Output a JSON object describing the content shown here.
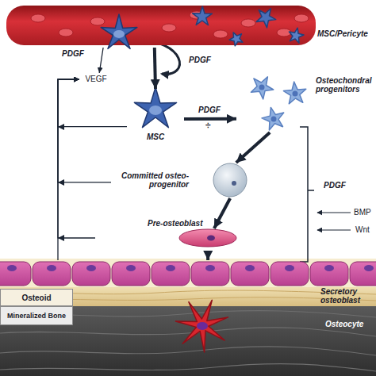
{
  "diagram": {
    "nodes": [
      {
        "text": [
          "MSC/Pericyte"
        ]
      },
      {
        "text": [
          "VEGF"
        ]
      },
      {
        "text": [
          "MSC"
        ]
      },
      {
        "text": [
          "Osteochondral progenitors"
        ]
      },
      {
        "text": [
          "Committed osteo-progenitor"
        ]
      },
      {
        "text": [
          "Pre-osteoblast"
        ]
      },
      {
        "text": [
          "Secretory osteoblast"
        ]
      },
      {
        "text": [
          "Osteoid"
        ]
      },
      {
        "text": [
          "Mineralized Bone"
        ]
      },
      {
        "text": [
          "Osteocyte"
        ]
      }
    ],
    "edges": [
      {
        "from": 0,
        "to": 1,
        "arrow": "to"
      },
      {
        "from": 0,
        "to": 2,
        "arrow": "to"
      },
      {
        "from": 2,
        "to": 3,
        "arrow": "to",
        "label": "PDGF"
      },
      {
        "from": 3,
        "to": 4,
        "arrow": "to"
      },
      {
        "from": 4,
        "to": 5,
        "arrow": "to"
      },
      {
        "from": 5,
        "to": 6,
        "arrow": "to"
      },
      {
        "from": 2,
        "to": 1,
        "arrow": "to"
      },
      {
        "from": 4,
        "to": 1,
        "arrow": "to"
      },
      {
        "from": 5,
        "to": 1,
        "arrow": "to"
      },
      {
        "from": 6,
        "to": 1,
        "arrow": "to"
      }
    ],
    "labels": [
      "PDGF",
      "PDGF",
      "÷",
      "PDGF",
      "BMP",
      "Wnt"
    ]
  }
}
